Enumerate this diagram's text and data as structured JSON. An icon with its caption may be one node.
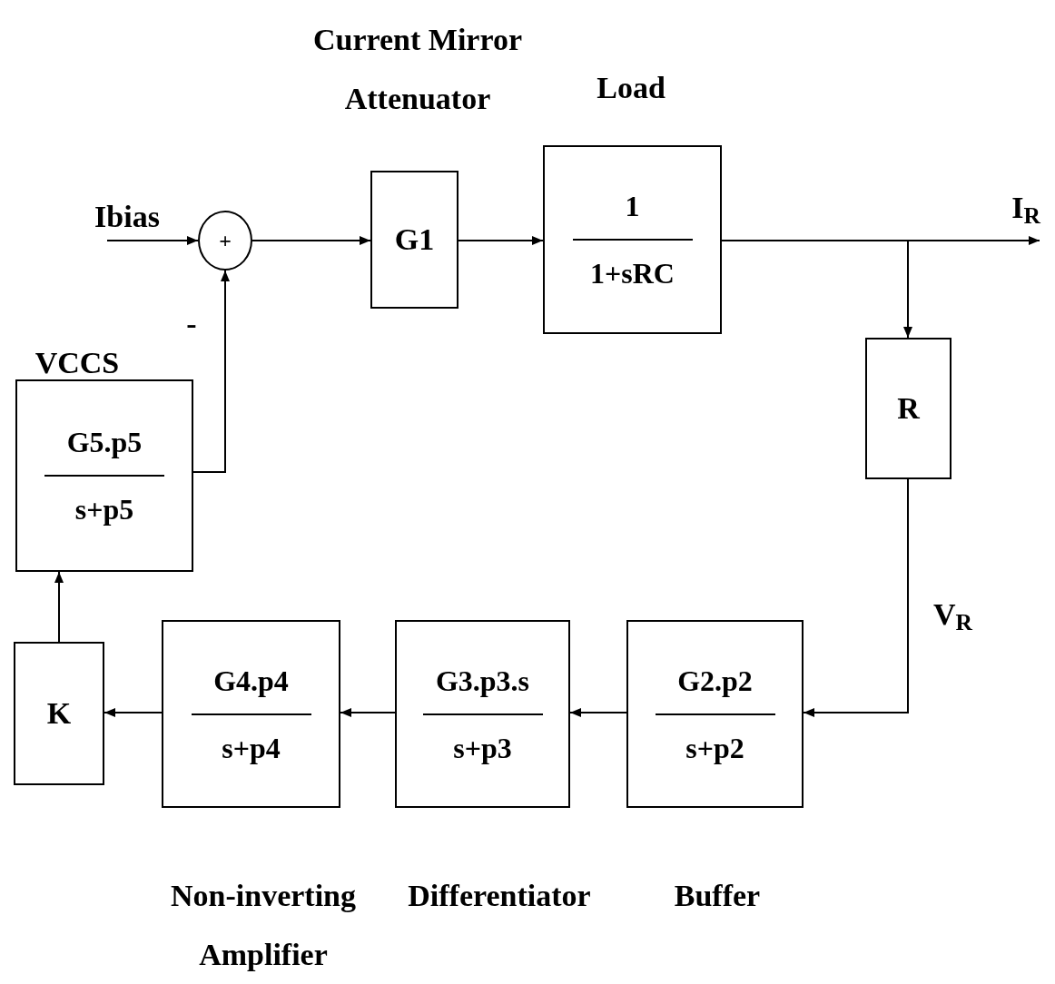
{
  "diagram": {
    "nodes": [
      {
        "text": [
          "Ibias"
        ]
      },
      {
        "text": [
          "+"
        ],
        "beside": [
          "-"
        ]
      },
      {
        "text": [
          "G1"
        ],
        "beside": [
          "Current Mirror Attenuator"
        ]
      },
      {
        "text": [
          "1",
          "1+sRC"
        ],
        "beside": [
          "Load"
        ]
      },
      {
        "text": [
          "I$_{R}$"
        ]
      },
      {
        "text": [
          "R"
        ]
      },
      {
        "text": [
          "G2.p2",
          "s+p2"
        ],
        "beside": [
          "Buffer"
        ]
      },
      {
        "text": [
          "G3.p3.s",
          "s+p3"
        ],
        "beside": [
          "Differentiator"
        ]
      },
      {
        "text": [
          "G4.p4",
          "s+p4"
        ],
        "beside": [
          "Non-inverting Amplifier"
        ]
      },
      {
        "text": [
          "K"
        ]
      },
      {
        "text": [
          "G5.p5",
          "s+p5"
        ],
        "beside": [
          "VCCS"
        ]
      }
    ],
    "edges": [
      {
        "from": 0,
        "to": 1,
        "arrow": "to"
      },
      {
        "from": 1,
        "to": 2,
        "arrow": "to"
      },
      {
        "from": 2,
        "to": 3,
        "arrow": "to"
      },
      {
        "from": 3,
        "to": 4,
        "arrow": "to"
      },
      {
        "from": 3,
        "to": 5,
        "arrow": "to"
      },
      {
        "from": 5,
        "to": 6,
        "arrow": "to",
        "label": "V$_{R}$"
      },
      {
        "from": 6,
        "to": 7,
        "arrow": "to"
      },
      {
        "from": 7,
        "to": 8,
        "arrow": "to"
      },
      {
        "from": 8,
        "to": 9,
        "arrow": "to"
      },
      {
        "from": 9,
        "to": 10,
        "arrow": "to"
      },
      {
        "from": 10,
        "to": 1,
        "arrow": "to"
      }
    ]
  }
}
